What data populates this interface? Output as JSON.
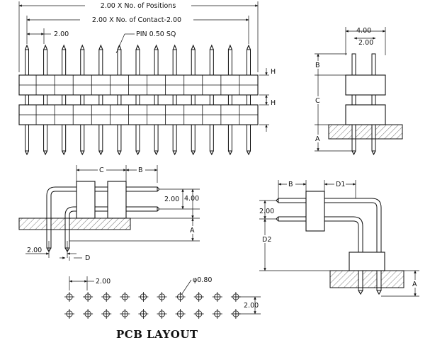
{
  "front_view": {
    "total_length_label": "2.00 X No. of Positions",
    "contact_span_label": "2.00 X No. of Contact-2.00",
    "pitch_label": "2.00",
    "pin_label": "PIN 0.50 SQ",
    "upper_insulator_label": "H",
    "lower_insulator_label": "H",
    "pin_count": 13
  },
  "side_view_straight": {
    "width_label": "4.00",
    "pitch_label": "2.00",
    "dim_b": "B",
    "dim_c": "C",
    "dim_a": "A"
  },
  "right_angle_view": {
    "dim_c": "C",
    "dim_b": "B",
    "pitch_label": "2.00",
    "height_label": "4.00",
    "dim_a": "A",
    "offset_label": "2.00",
    "dim_d": "D"
  },
  "right_angle_view_2": {
    "dim_b": "B",
    "dim_d1": "D1",
    "pitch_label": "2.00",
    "dim_d2": "D2",
    "dim_a": "A"
  },
  "pcb_layout": {
    "pitch_x_label": "2.00",
    "hole_label": "φ0.80",
    "pitch_y_label": "2.00",
    "title": "PCB LAYOUT",
    "columns": 10,
    "rows": 2
  }
}
